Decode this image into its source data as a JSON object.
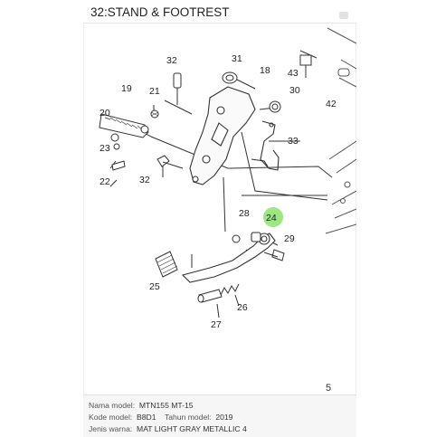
{
  "header": {
    "title": "32:STAND & FOOTREST"
  },
  "diagram": {
    "callouts": [
      "32",
      "31",
      "18",
      "43",
      "21",
      "19",
      "30",
      "42",
      "20",
      "23",
      "33",
      "22",
      "32",
      "28",
      "24",
      "29",
      "25",
      "26",
      "27"
    ],
    "highlight_color": "#7ddc5a",
    "page_number": "5"
  },
  "info": {
    "rows": [
      {
        "label": "Nama model",
        "value": "MTN155 MT-15"
      },
      {
        "label": "Kode model",
        "value": "B8D1",
        "label2": "Tahun model",
        "value2": "2019"
      },
      {
        "label": "Jenis warna",
        "value": "MAT LIGHT GRAY METALLIC 4"
      }
    ]
  }
}
